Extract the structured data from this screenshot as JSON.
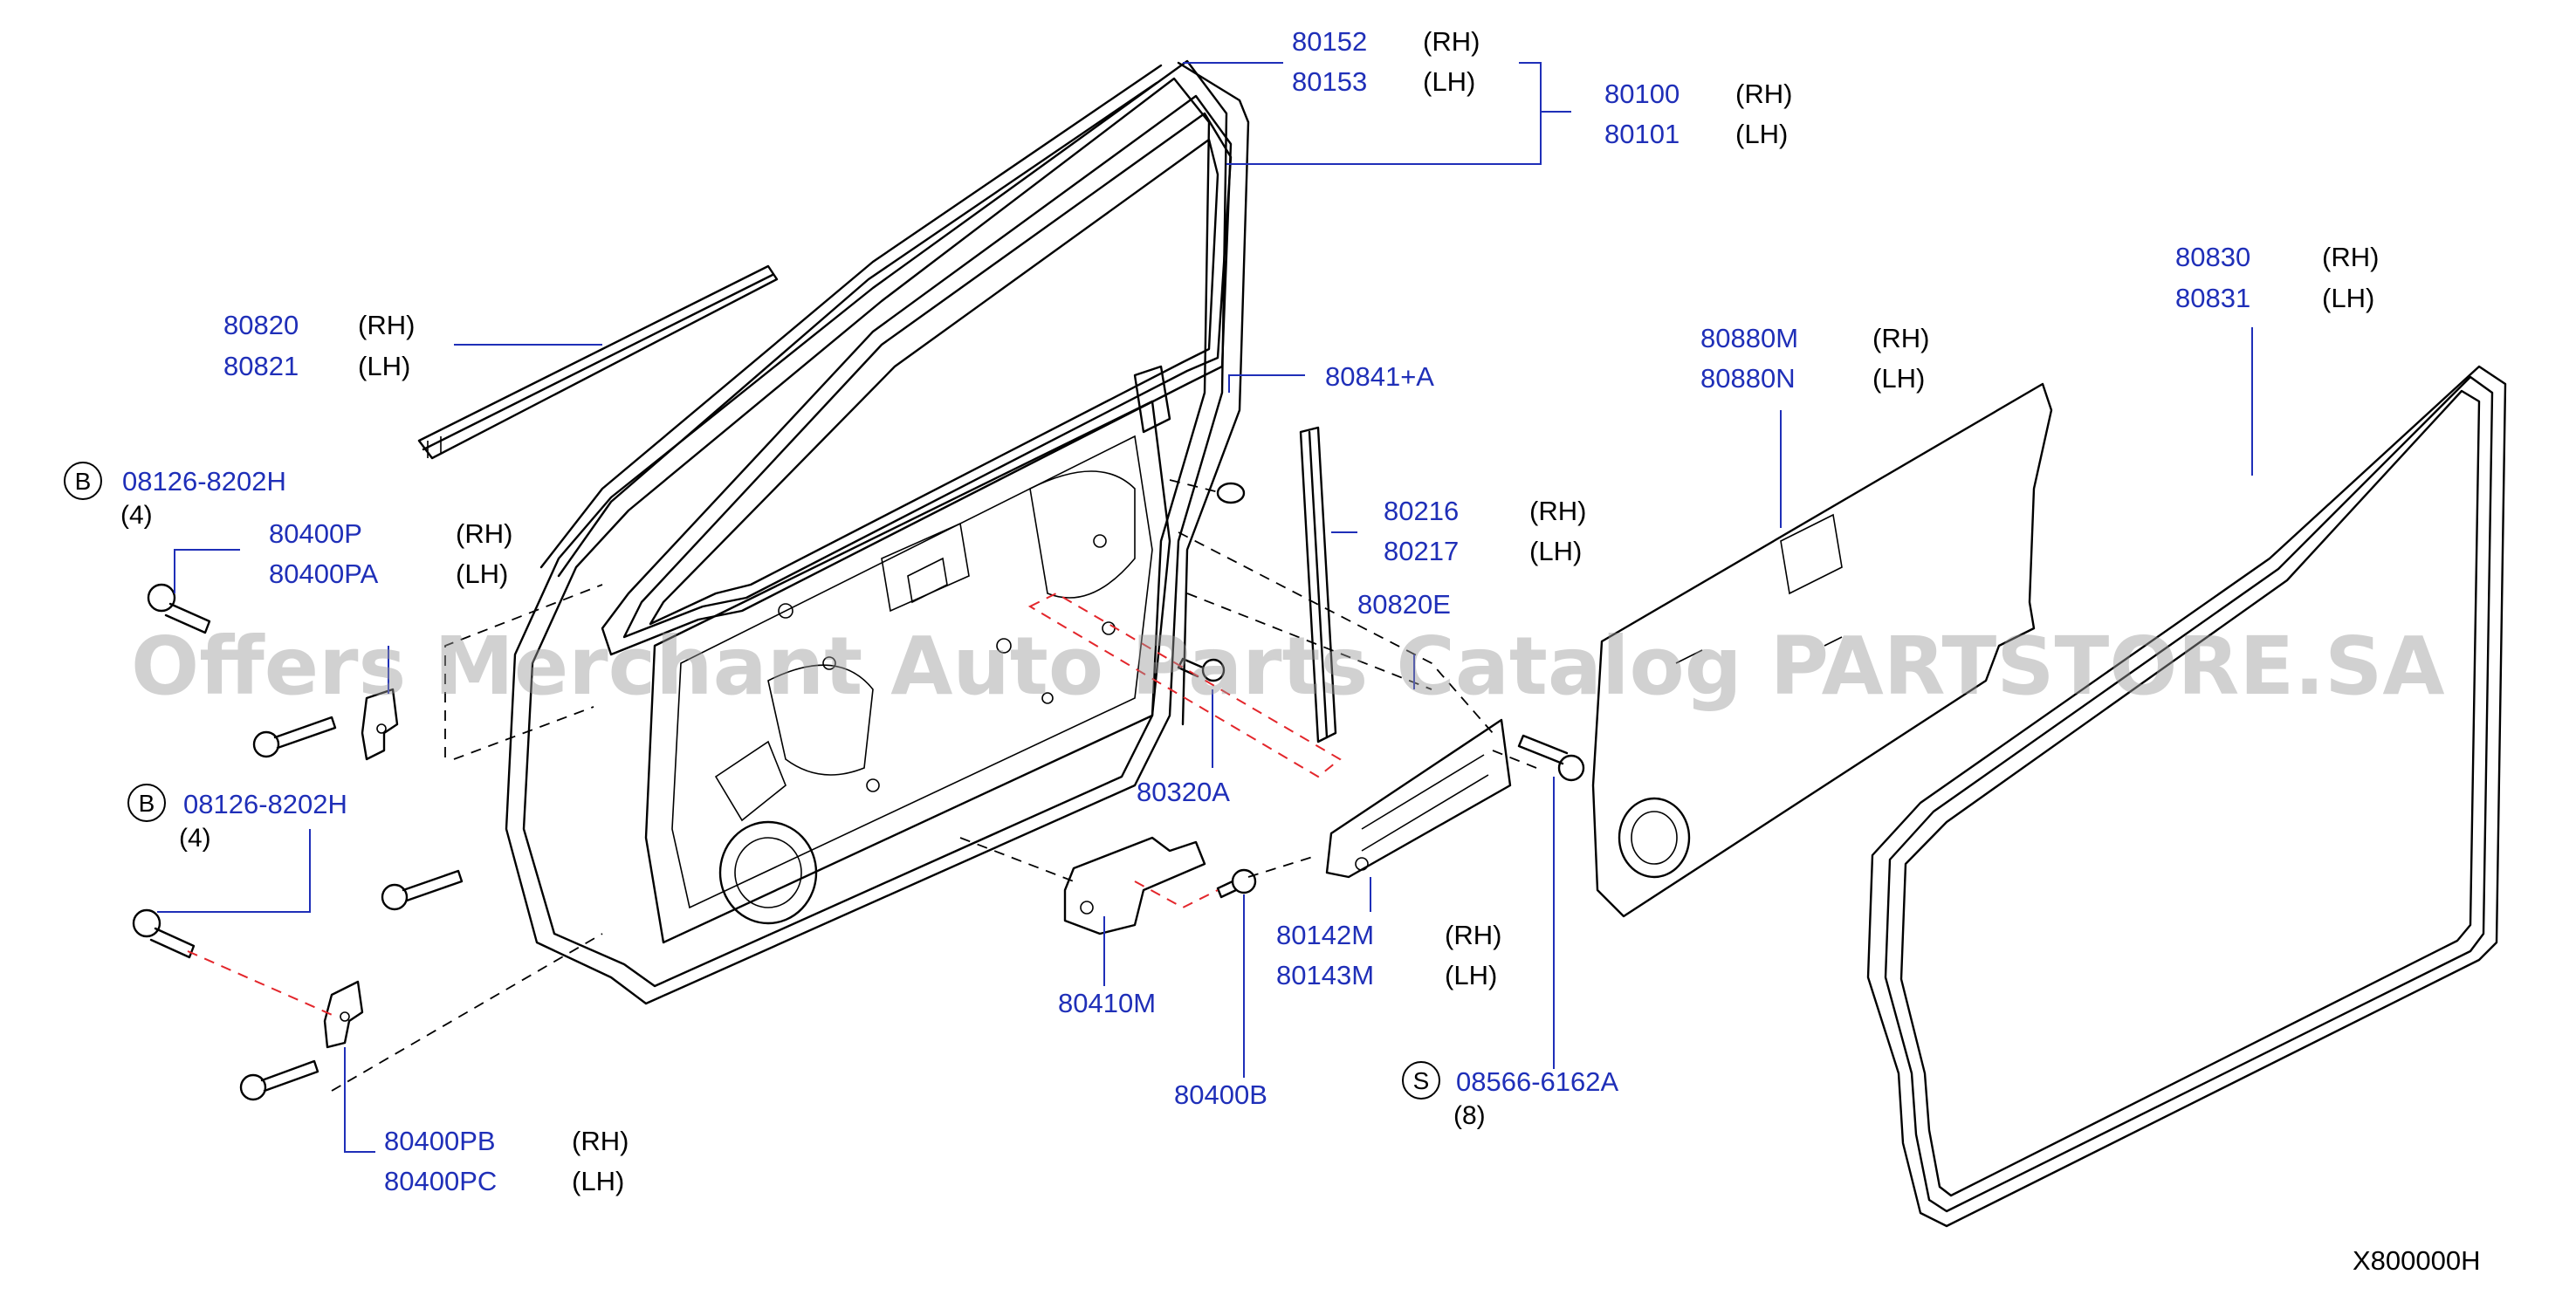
{
  "watermark": "Offers Merchant Auto Parts Catalog PARTSTORE.SA",
  "diagram_code": "X800000H",
  "callouts": {
    "weatherstrip_upper_rh": {
      "part": "80152",
      "side": "(RH)"
    },
    "weatherstrip_upper_lh": {
      "part": "80153",
      "side": "(LH)"
    },
    "door_panel_rh": {
      "part": "80100",
      "side": "(RH)"
    },
    "door_panel_lh": {
      "part": "80101",
      "side": "(LH)"
    },
    "sash_molding_rh": {
      "part": "80820",
      "side": "(RH)"
    },
    "sash_molding_lh": {
      "part": "80821",
      "side": "(LH)"
    },
    "cap": {
      "part": "80841+A"
    },
    "sash_rh": {
      "part": "80216",
      "side": "(RH)"
    },
    "sash_lh": {
      "part": "80217",
      "side": "(LH)"
    },
    "seal": {
      "part": "80820E"
    },
    "screen_rh": {
      "part": "80880M",
      "side": "(RH)"
    },
    "screen_lh": {
      "part": "80880N",
      "side": "(LH)"
    },
    "door_weatherstrip_rh": {
      "part": "80830",
      "side": "(RH)"
    },
    "door_weatherstrip_lh": {
      "part": "80831",
      "side": "(LH)"
    },
    "bolt_upper": {
      "badge": "B",
      "part": "08126-8202H",
      "qty": "(4)"
    },
    "hinge_upper_rh": {
      "part": "80400P",
      "side": "(RH)"
    },
    "hinge_upper_lh": {
      "part": "80400PA",
      "side": "(LH)"
    },
    "bolt_lower": {
      "badge": "B",
      "part": "08126-8202H",
      "qty": "(4)"
    },
    "hinge_lower_rh": {
      "part": "80400PB",
      "side": "(RH)"
    },
    "hinge_lower_lh": {
      "part": "80400PC",
      "side": "(LH)"
    },
    "striker": {
      "part": "80320A"
    },
    "check_link": {
      "part": "80410M"
    },
    "bolt_check": {
      "part": "80400B"
    },
    "patch_rh": {
      "part": "80142M",
      "side": "(RH)"
    },
    "patch_lh": {
      "part": "80143M",
      "side": "(LH)"
    },
    "screw": {
      "badge": "S",
      "part": "08566-6162A",
      "qty": "(8)"
    }
  },
  "icons": [
    "door-panel-drawing",
    "bolt-icon",
    "hinge-icon",
    "weatherstrip-drawing",
    "door-trim-drawing"
  ],
  "colors": {
    "part_number": "#1f2fb8",
    "leader_line": "#1f2fb8",
    "red_dashed_guide": "#e3262b",
    "watermark": "#9a9a9a"
  }
}
